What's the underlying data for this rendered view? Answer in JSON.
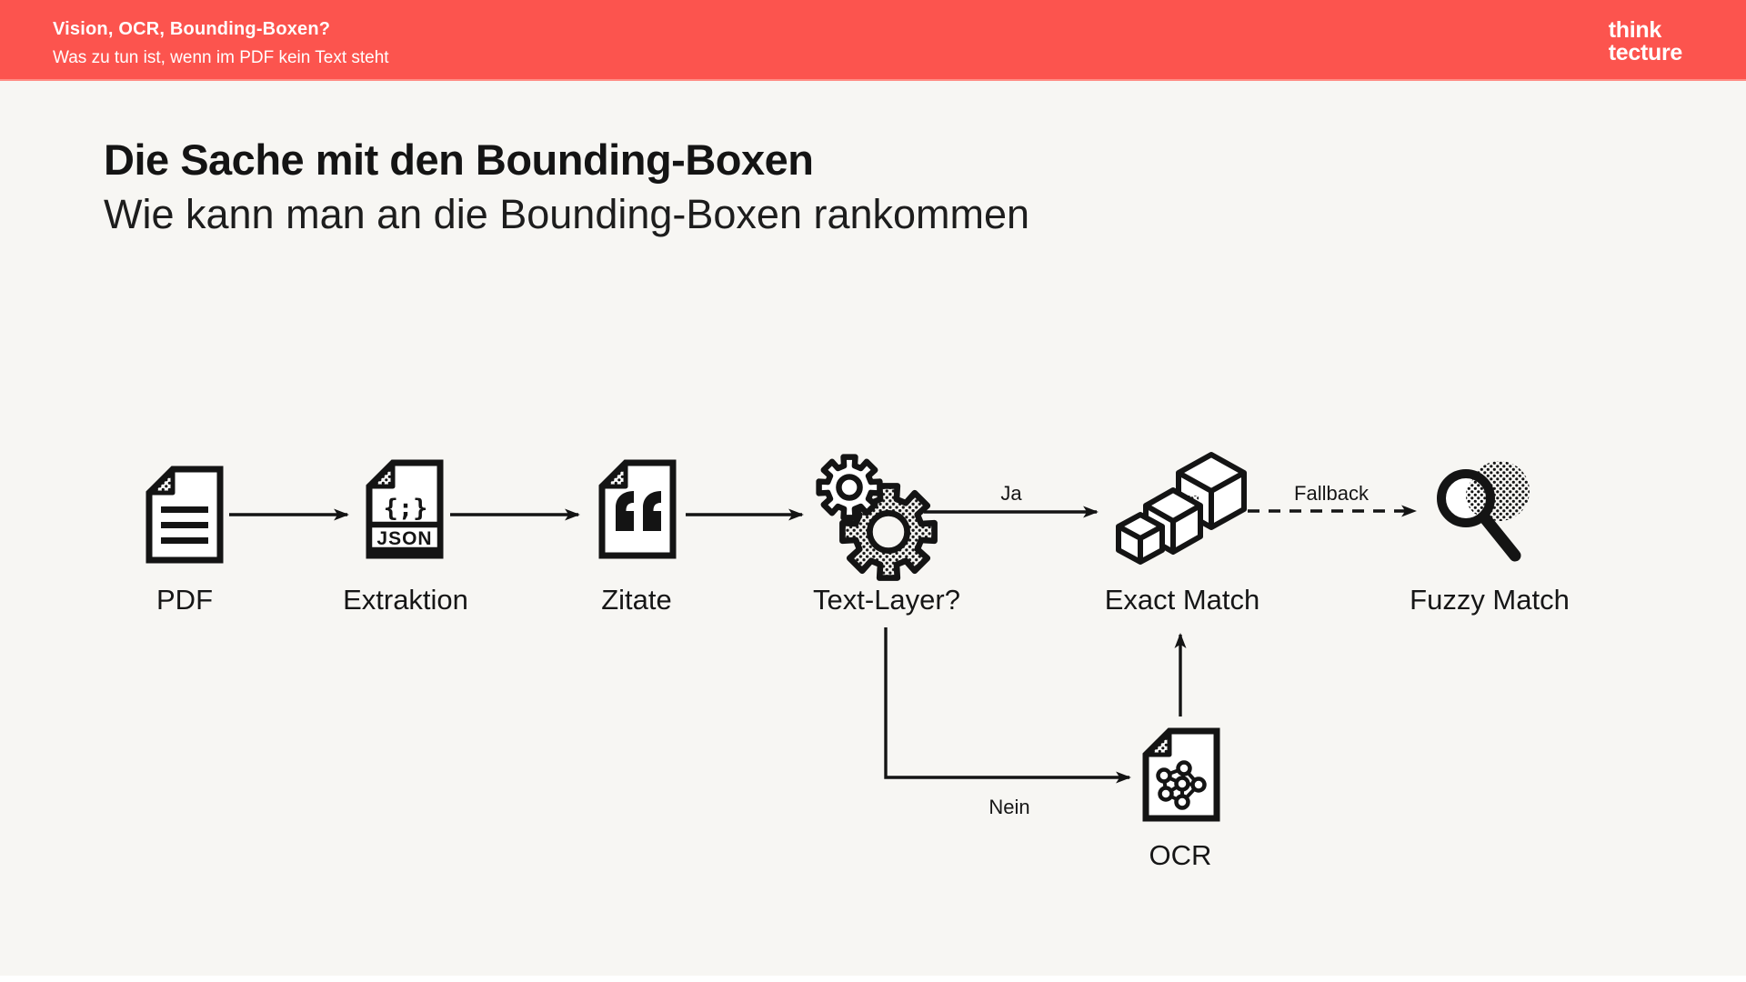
{
  "header": {
    "title": "Vision, OCR, Bounding-Boxen?",
    "subtitle": "Was zu tun ist, wenn im PDF kein Text steht",
    "logo_line1": "think",
    "logo_line2": "tecture"
  },
  "slide": {
    "title": "Die Sache mit den Bounding-Boxen",
    "subtitle": "Wie kann man an die Bounding-Boxen rankommen"
  },
  "diagram": {
    "nodes": [
      {
        "id": "pdf",
        "label": "PDF",
        "icon": "document-lines-icon"
      },
      {
        "id": "extraktion",
        "label": "Extraktion",
        "icon": "json-file-icon",
        "glyph": "{;}",
        "badge": "JSON"
      },
      {
        "id": "zitate",
        "label": "Zitate",
        "icon": "quote-file-icon"
      },
      {
        "id": "text_layer",
        "label": "Text-Layer?",
        "icon": "gears-icon"
      },
      {
        "id": "exact_match",
        "label": "Exact Match",
        "icon": "cubes-icon"
      },
      {
        "id": "fuzzy_match",
        "label": "Fuzzy Match",
        "icon": "magnifier-icon"
      },
      {
        "id": "ocr",
        "label": "OCR",
        "icon": "ocr-file-icon"
      }
    ],
    "edges": [
      {
        "from": "pdf",
        "to": "extraktion",
        "style": "solid",
        "label": ""
      },
      {
        "from": "extraktion",
        "to": "zitate",
        "style": "solid",
        "label": ""
      },
      {
        "from": "zitate",
        "to": "text_layer",
        "style": "solid",
        "label": ""
      },
      {
        "from": "text_layer",
        "to": "exact_match",
        "style": "solid",
        "label": "Ja"
      },
      {
        "from": "exact_match",
        "to": "fuzzy_match",
        "style": "dashed",
        "label": "Fallback"
      },
      {
        "from": "text_layer",
        "to": "ocr",
        "style": "solid",
        "label": "Nein"
      },
      {
        "from": "ocr",
        "to": "exact_match",
        "style": "solid",
        "label": ""
      }
    ]
  },
  "colors": {
    "header_bg": "#FC544E",
    "background": "#F7F6F3",
    "ink": "#141414",
    "page_fill": "#FFFFFF"
  }
}
